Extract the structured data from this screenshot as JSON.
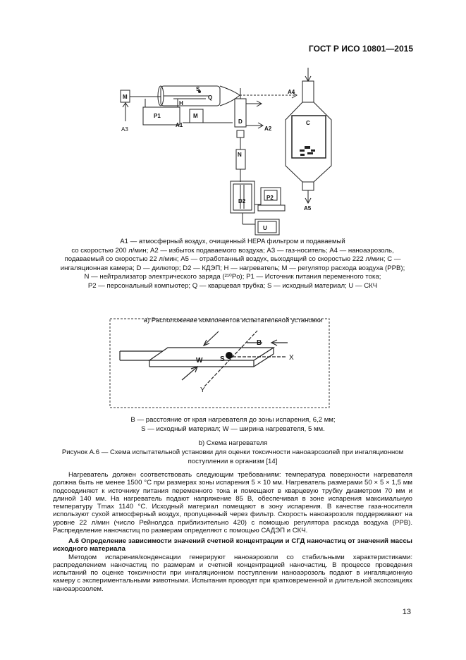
{
  "header": {
    "standard": "ГОСТ Р ИСО 10801—2015"
  },
  "figure_a": {
    "labels": {
      "M": "M",
      "P1": "P1",
      "H": "H",
      "S": "S",
      "Q": "Q",
      "A3": "A3",
      "A1": "A1",
      "D": "D",
      "A2": "A2",
      "N": "N",
      "A4": "A4",
      "C": "C",
      "D2": "D2",
      "P2": "P2",
      "U": "U",
      "A5": "A5"
    },
    "legend": [
      "A1 — атмосферный воздух, очищенный HEPA фильтром и подаваемый",
      "со скоростью 200 л/мин; A2 — избыток подаваемого воздуха; A3 — газ-носитель;   A4 — наноаэрозоль,",
      "подаваемый со скоростью 22 л/мин; A5 — отработанный воздух, выходящий со скоростью 222 л/мин; C —",
      "ингаляционная камера; D — дилютор;   D2 — КДЭП; H — нагреватель; M — регулятор расхода воздуха (РРВ);",
      "N — нейтрализатор электрического заряда (²¹⁰Po); P1 — Источник питания переменного тока;",
      "P2 — персональный компьютер; Q — кварцевая трубка; S — исходный материал; U — СКЧ"
    ],
    "caption": "а) Расположение компонентов испытательной установки"
  },
  "figure_b": {
    "labels": {
      "B": "B",
      "S": "S",
      "W": "W",
      "X": "X",
      "Y": "Y"
    },
    "legend": [
      "B — расстояние от края нагревателя до зоны испарения, 6,2 мм;",
      "S — исходный материал; W — ширина нагревателя, 5 мм."
    ],
    "caption": "b) Схема нагревателя"
  },
  "figure_title": [
    "Рисунок А.6 — Схема испытательной установки для оценки токсичности наноаэрозолей при ингаляционном",
    "поступлении в организм [14]"
  ],
  "paragraph1": "Нагреватель должен соответствовать следующим требованиям: температура поверхности нагревателя должна быть не менее 1500 °С при размерах зоны испарения 5 × 10 мм. Нагреватель размерами 50 × 5 × 1,5 мм подсоединяют к источнику питания переменного тока и помещают в кварцевую трубку диаметром 70 мм и длиной 140 мм. На нагреватель подают напряжение 85 В, обеспечивая в зоне испарения максимальную температуру Tmax 1140 °С. Исходный материал помещают в зону испарения. В качестве газа-носителя используют сухой атмосферный воздух, пропущенный через фильтр. Скорость наноаэрозоля поддерживают на уровне 22 л/мин (число Рейнолдса приблизительно 420) с помощью регулятора расхода воздуха (РРВ). Распределение наночастиц по размерам определяют с помощью САДЭП и СКЧ.",
  "section_heading": "А.6 Определение зависимости значений счетной концентрации и СГД наночастиц от значений массы исходного материала",
  "paragraph2": "Методом испарения/конденсации генерируют наноаэрозоли со стабильными характеристиками: распределением наночастиц по размерам и счетной концентрацией наночастиц. В процессе проведения испытаний по оценке токсичности при ингаляционном поступлении наноаэрозоль подают в ингаляционную камеру с экспериментальными животными. Испытания проводят при кратковременной и длительной экспозициях наноаэрозолем.",
  "page_number": "13"
}
